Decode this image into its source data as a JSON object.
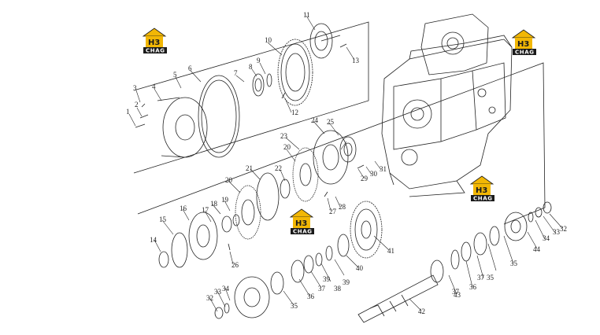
{
  "brand": {
    "logo_mark": "H3",
    "logo_text": "CHAG",
    "accent": "#f2b705",
    "dark": "#1a1a1a"
  },
  "diagram": {
    "part_numbers": [
      "1",
      "2",
      "3",
      "4",
      "5",
      "6",
      "7",
      "8",
      "9",
      "10",
      "11",
      "12",
      "13",
      "14",
      "15",
      "16",
      "17",
      "18",
      "19",
      "20",
      "20",
      "21",
      "22",
      "23",
      "24",
      "25",
      "26",
      "27",
      "28",
      "29",
      "30",
      "31",
      "32",
      "32",
      "33",
      "33",
      "34",
      "34",
      "35",
      "35",
      "35",
      "36",
      "36",
      "37",
      "37",
      "37",
      "38",
      "39",
      "39",
      "40",
      "41",
      "42",
      "43",
      "44"
    ]
  }
}
